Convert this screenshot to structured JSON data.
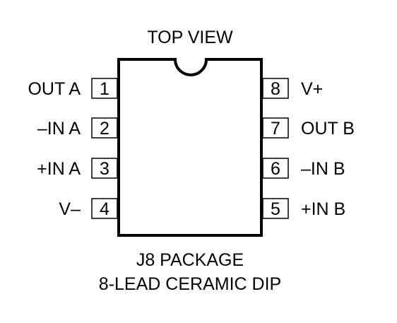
{
  "diagram": {
    "title": "TOP VIEW",
    "package_line1": "J8 PACKAGE",
    "package_line2": "8-LEAD CERAMIC DIP",
    "left_pins": [
      {
        "num": "1",
        "label": "OUT A"
      },
      {
        "num": "2",
        "label": "–IN A"
      },
      {
        "num": "3",
        "label": "+IN A"
      },
      {
        "num": "4",
        "label": "V–"
      }
    ],
    "right_pins": [
      {
        "num": "8",
        "label": "V+"
      },
      {
        "num": "7",
        "label": "OUT B"
      },
      {
        "num": "6",
        "label": "–IN B"
      },
      {
        "num": "5",
        "label": "+IN B"
      }
    ]
  }
}
